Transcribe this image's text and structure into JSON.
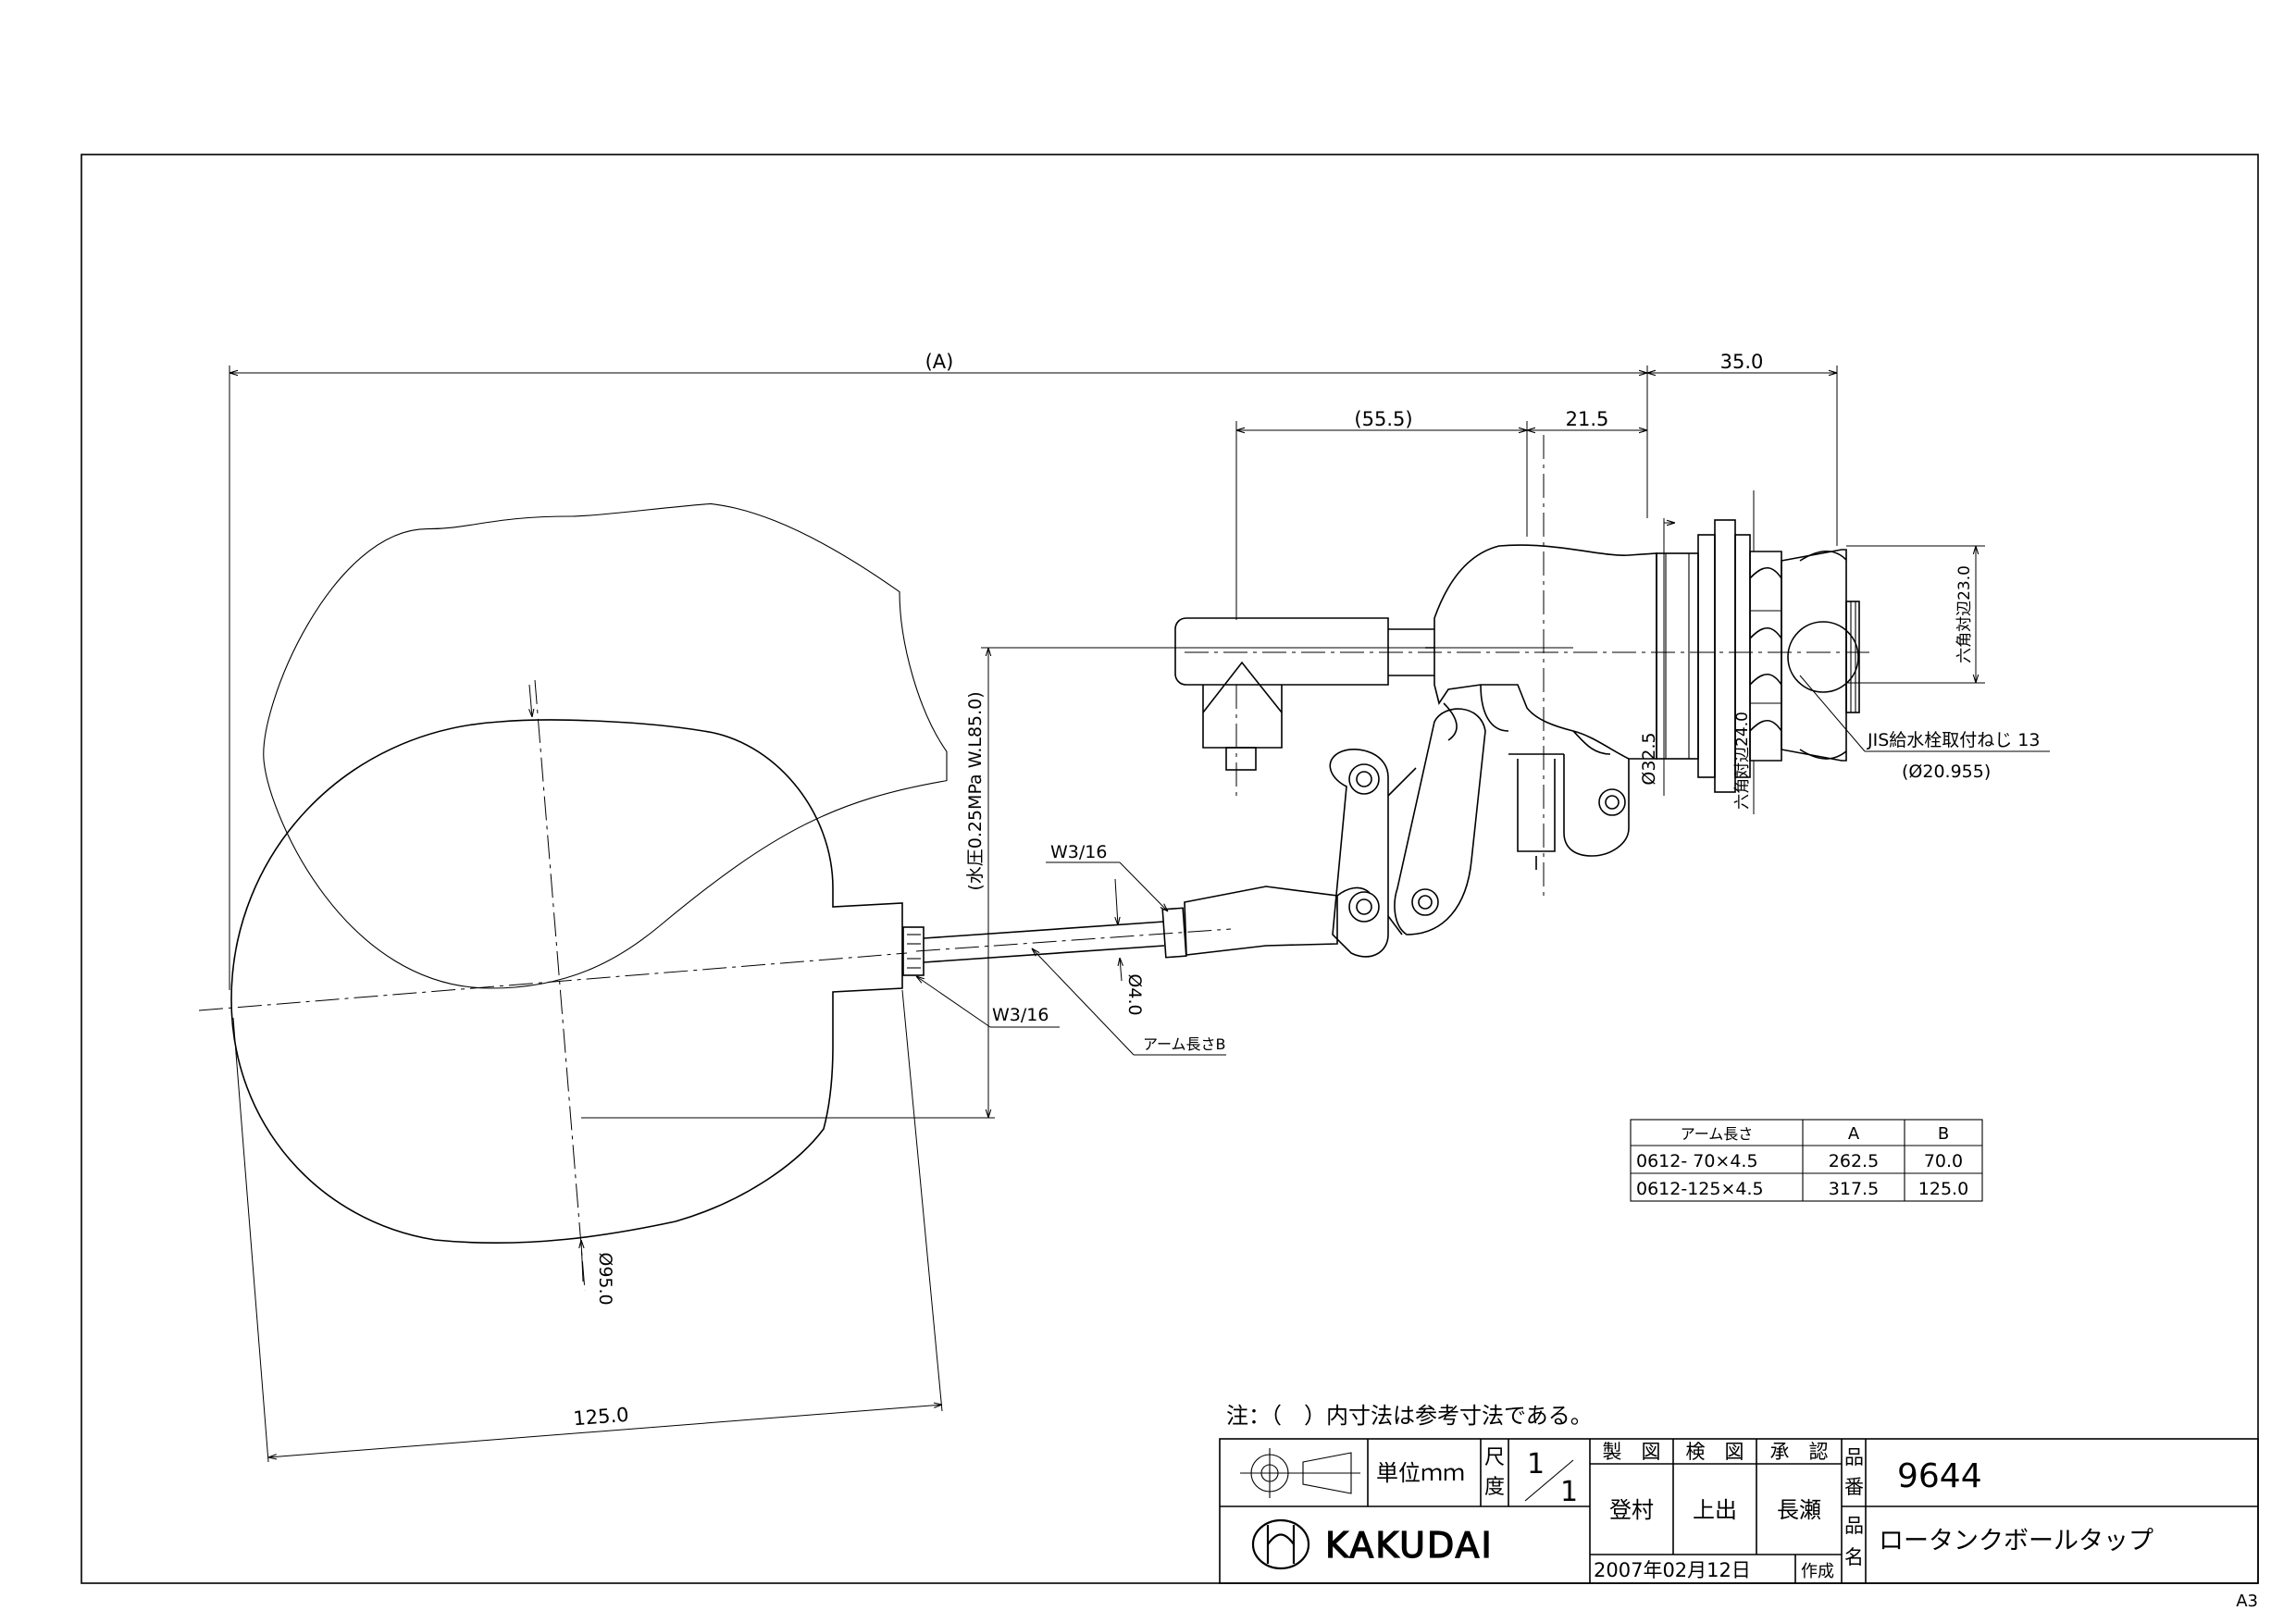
{
  "dimensions": {
    "overall_a": "(A)",
    "valve_offset": "(55.5)",
    "body_to_mount": "21.5",
    "mount_depth": "35.0",
    "hex_across_flats_1": "六角対辺23.0",
    "hex_across_flats_2": "六角対辺24.0",
    "body_diameter": "Ø32.5",
    "water_pressure": "(水圧0.25MPa W.L85.0)",
    "thread_upper": "W3/16",
    "thread_lower": "W3/16",
    "rod_diameter": "Ø4.0",
    "arm_length_label": "アーム長さB",
    "ball_diameter": "Ø95.0",
    "ball_width": "125.0"
  },
  "thread_callout": {
    "line1": "JIS給水栓取付ねじ 13",
    "line2": "(Ø20.955)"
  },
  "arm_table": {
    "headers": [
      "アーム長さ",
      "A",
      "B"
    ],
    "rows": [
      [
        "0612- 70×4.5",
        "262.5",
        "70.0"
      ],
      [
        "0612-125×4.5",
        "317.5",
        "125.0"
      ]
    ]
  },
  "note": "注：（　）内寸法は参考寸法である。",
  "title_block": {
    "unit": "単位ｍｍ",
    "scale_label_1": "尺",
    "scale_label_2": "度",
    "scale_num": "1",
    "scale_den": "1",
    "made_label": "製　図",
    "checked_label": "検　図",
    "approved_label": "承　認",
    "made_by": "登村",
    "checked_by": "上出",
    "approved_by": "長瀬",
    "date": "2007年02月12日",
    "created_label": "作成",
    "part_no_label_1": "品",
    "part_no_label_2": "番",
    "part_no": "9644",
    "part_name_label_1": "品",
    "part_name_label_2": "名",
    "part_name": "ロータンクボールタップ",
    "company": "KAKUDAI"
  },
  "paper_size": "A3"
}
